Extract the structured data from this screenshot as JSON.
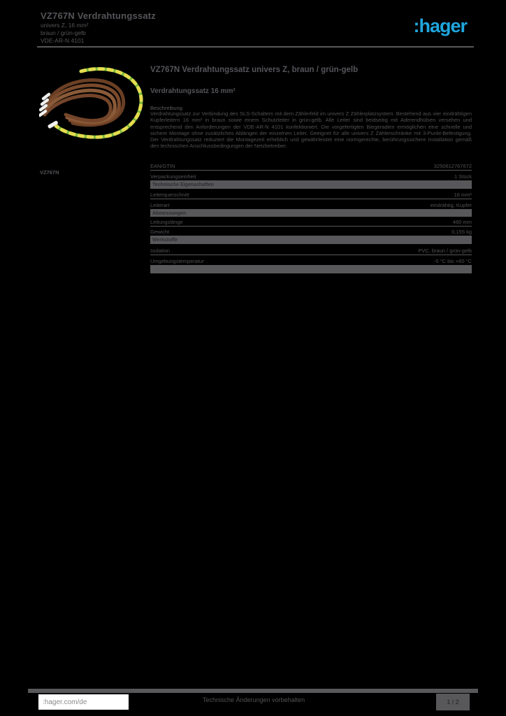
{
  "colors": {
    "background": "#000000",
    "text_gray": "#55555a",
    "rule_gray": "#58585a",
    "logo_blue": "#1fa6de",
    "wire_brown": "#7a4a2c",
    "wire_green": "#6db33f",
    "wire_yellow": "#e4dc4e",
    "ferrule_white": "#f2f2f0"
  },
  "header": {
    "title_line1": "VZ767N Verdrahtungssatz",
    "title_line2": "univers Z, 16 mm²",
    "title_line3": "braun / grün-gelb",
    "title_line4": "VDE-AR-N 4101",
    "logo_text": ":hager"
  },
  "product": {
    "name": "VZ767N Verdrahtungssatz univers Z, braun / grün-gelb",
    "subtitle": "Verdrahtungssatz 16 mm²",
    "description_label": "Beschreibung",
    "description": "Verdrahtungssatz zur Verbindung des SLS-Schalters mit dem Zählerfeld im univers Z Zählerplatzsystem. Bestehend aus vier eindrähtigen Kupferleitern 16 mm² in braun sowie einem Schutzleiter in grün-gelb. Alle Leiter sind beidseitig mit Aderendhülsen versehen und entsprechend den Anforderungen der VDE-AR-N 4101 konfektioniert. Die vorgefertigten Biegeradien ermöglichen eine schnelle und sichere Montage ohne zusätzliches Ablängen der einzelnen Leiter. Geeignet für alle univers Z Zählerschränke mit 3-Punkt-Befestigung. Der Verdrahtungssatz reduziert die Montagezeit erheblich und gewährleistet eine normgerechte, berührungssichere Installation gemäß den technischen Anschlussbedingungen der Netzbetreiber.",
    "article_code": "VZ767N"
  },
  "table": {
    "rows": [
      {
        "type": "row",
        "label": "EAN/GTIN",
        "value": "3250612767672",
        "h": 16
      },
      {
        "type": "row",
        "label": "Verpackungseinheit",
        "value": "1 Stück",
        "h": 15
      },
      {
        "type": "header",
        "label": "Technische Eigenschaften",
        "h": 11
      },
      {
        "type": "row",
        "label": "Leiterquerschnitt",
        "value": "16 mm²",
        "h": 15
      },
      {
        "type": "row",
        "label": "Leiterart",
        "value": "eindrähtig, Kupfer",
        "h": 15
      },
      {
        "type": "header",
        "label": "Abmessungen",
        "h": 10
      },
      {
        "type": "row",
        "label": "Leitungslänge",
        "value": "460 mm",
        "h": 14
      },
      {
        "type": "row",
        "label": "Gewicht",
        "value": "0,155 kg",
        "h": 14
      },
      {
        "type": "header",
        "label": "Werkstoffe",
        "h": 11
      },
      {
        "type": "row",
        "label": "Isolation",
        "value": "PVC, braun / grün-gelb",
        "h": 16
      },
      {
        "type": "row",
        "label": "Umgebungstemperatur",
        "value": "-5 °C bis +60 °C",
        "h": 15
      },
      {
        "type": "bar",
        "h": 11
      }
    ]
  },
  "footer": {
    "link_text": ":hager.com/de",
    "note": "Technische Änderungen vorbehalten",
    "page_indicator": "1 / 2"
  }
}
